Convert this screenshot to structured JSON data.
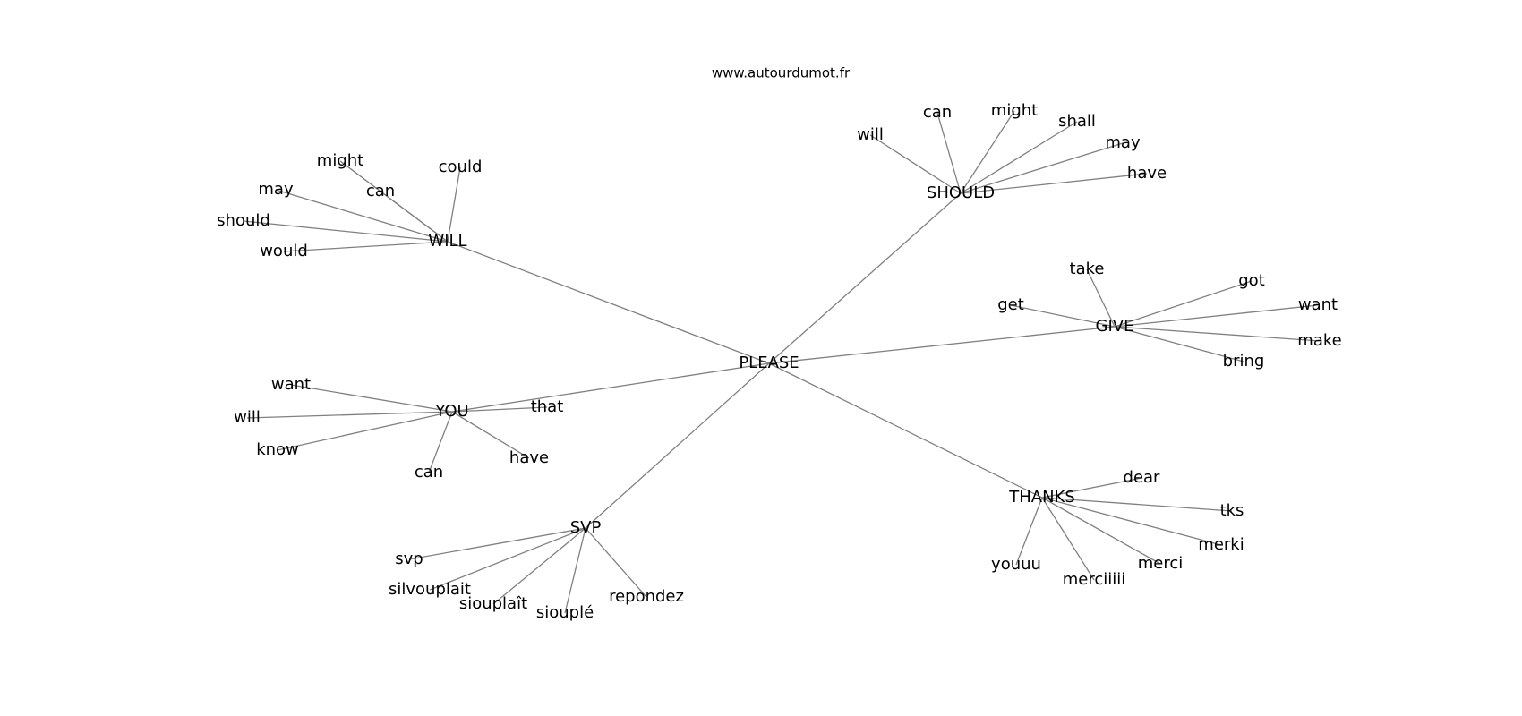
{
  "site": "www.autourdumot.fr",
  "center": {
    "id": "please",
    "label": "PLEASE"
  },
  "hubs": [
    {
      "id": "will",
      "label": "WILL",
      "words": [
        "might",
        "could",
        "may",
        "can",
        "should",
        "would"
      ]
    },
    {
      "id": "should",
      "label": "SHOULD",
      "words": [
        "will",
        "can",
        "might",
        "shall",
        "may",
        "have"
      ]
    },
    {
      "id": "give",
      "label": "GIVE",
      "words": [
        "take",
        "got",
        "get",
        "want",
        "make",
        "bring"
      ]
    },
    {
      "id": "you",
      "label": "YOU",
      "words": [
        "want",
        "will",
        "that",
        "know",
        "have",
        "can"
      ]
    },
    {
      "id": "svp",
      "label": "SVP",
      "words": [
        "svp",
        "silvouplait",
        "siouplaît",
        "siouplé",
        "repondez"
      ]
    },
    {
      "id": "thanks",
      "label": "THANKS",
      "words": [
        "dear",
        "tks",
        "merki",
        "merci",
        "youuu",
        "merciiiii"
      ]
    }
  ]
}
